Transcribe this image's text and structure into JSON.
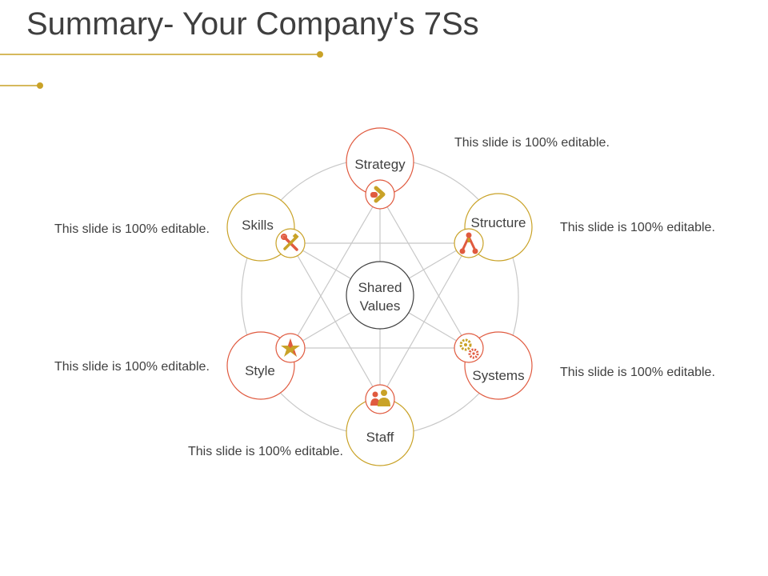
{
  "title": "Summary- Your Company's 7Ss",
  "colors": {
    "gold": "#c9a227",
    "red": "#e05a3f",
    "line": "#c8c8c8",
    "center": "#404040"
  },
  "center": {
    "line1": "Shared",
    "line2": "Values"
  },
  "nodes": [
    {
      "label": "Strategy",
      "icon": "chevron-right-icon",
      "color": "red"
    },
    {
      "label": "Structure",
      "icon": "hierarchy-icon",
      "color": "gold"
    },
    {
      "label": "Systems",
      "icon": "gears-icon",
      "color": "red"
    },
    {
      "label": "Staff",
      "icon": "people-icon",
      "color": "gold"
    },
    {
      "label": "Style",
      "icon": "star-icon",
      "color": "red"
    },
    {
      "label": "Skills",
      "icon": "tools-icon",
      "color": "gold"
    }
  ],
  "captions": [
    "This slide is 100% editable.",
    "This slide is 100% editable.",
    "This slide is 100% editable.",
    "This slide is 100% editable.",
    "This slide is 100% editable.",
    "This slide is 100% editable."
  ]
}
